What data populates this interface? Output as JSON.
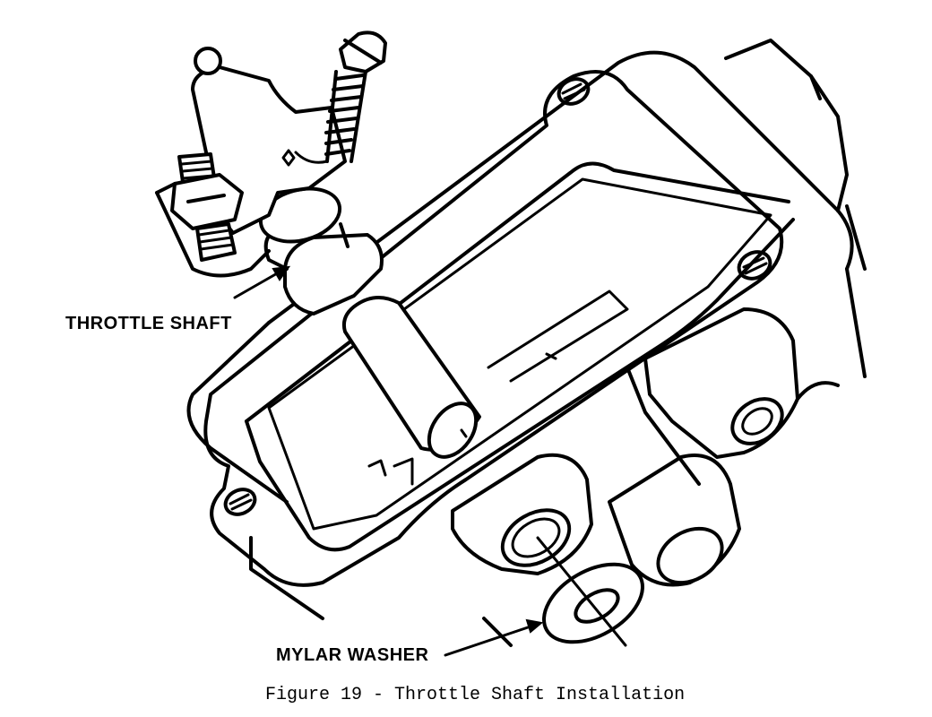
{
  "figure": {
    "caption": "Figure 19 - Throttle Shaft Installation",
    "callouts": {
      "throttle_shaft": "THROTTLE SHAFT",
      "mylar_washer": "MYLAR WASHER"
    }
  },
  "colors": {
    "ink": "#000000",
    "paper": "#ffffff"
  }
}
